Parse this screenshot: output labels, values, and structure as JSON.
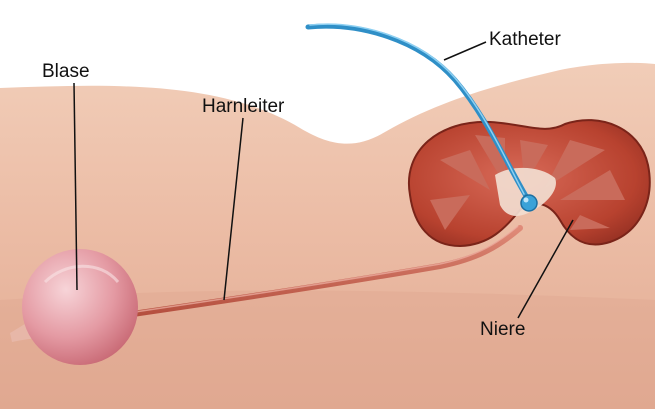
{
  "diagram": {
    "labels": {
      "bladder": "Blase",
      "ureter": "Harnleiter",
      "catheter": "Katheter",
      "kidney": "Niere"
    },
    "colors": {
      "background": "#ffffff",
      "skin": "#edc0a9",
      "skin_shadow": "#dca48d",
      "kidney_cortex": "#b74532",
      "kidney_medulla": "#c96b5b",
      "kidney_pelvis": "#f2ddd0",
      "ureter": "#c9604e",
      "bladder": "#e8aab0",
      "catheter": "#3ba2d8",
      "leader_line": "#111111",
      "label_text": "#111111"
    }
  }
}
